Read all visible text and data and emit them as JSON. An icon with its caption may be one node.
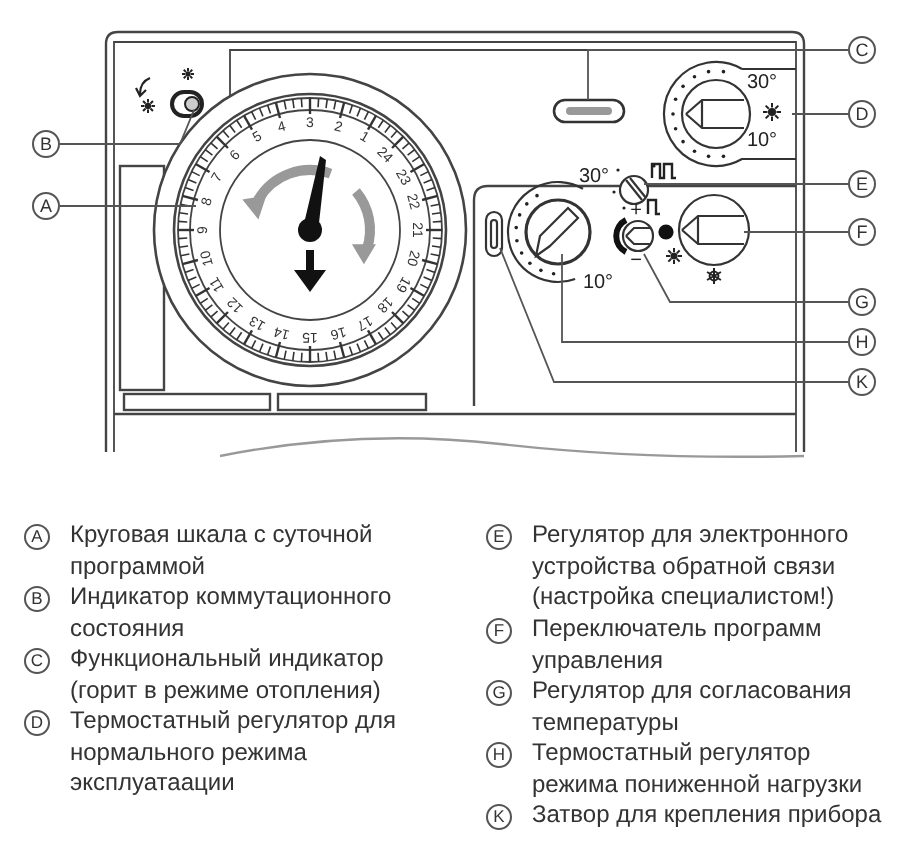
{
  "diagram": {
    "nodes": [
      {
        "text": [
          "C"
        ]
      },
      {
        "text": [
          "D"
        ]
      },
      {
        "text": [
          "B"
        ]
      },
      {
        "text": [
          "E"
        ]
      },
      {
        "text": [
          "A"
        ]
      },
      {
        "text": [
          "F"
        ]
      },
      {
        "text": [
          "G"
        ]
      },
      {
        "text": [
          "H"
        ]
      },
      {
        "text": [
          "K"
        ]
      },
      {
        "text": [],
        "shape": "picture"
      },
      {
        "text": [],
        "shape": "picture"
      },
      {
        "text": [],
        "shape": "picture"
      },
      {
        "text": [],
        "shape": "picture"
      },
      {
        "text": [],
        "shape": "picture"
      },
      {
        "text": [],
        "shape": "picture"
      },
      {
        "text": [],
        "shape": "picture"
      },
      {
        "text": [],
        "shape": "picture"
      },
      {
        "text": [],
        "shape": "picture"
      }
    ],
    "edges": [
      {
        "from": 0,
        "to": 11,
        "arrow": "none"
      },
      {
        "from": 1,
        "to": 12,
        "arrow": "none"
      },
      {
        "from": 2,
        "to": 10,
        "arrow": "none"
      },
      {
        "from": 3,
        "to": 13,
        "arrow": "none"
      },
      {
        "from": 4,
        "to": 9,
        "arrow": "none"
      },
      {
        "from": 5,
        "to": 14,
        "arrow": "none"
      },
      {
        "from": 6,
        "to": 15,
        "arrow": "none"
      },
      {
        "from": 7,
        "to": 16,
        "arrow": "none"
      },
      {
        "from": 8,
        "to": 17,
        "arrow": "none"
      }
    ],
    "labels": [
      "1",
      "2",
      "3",
      "4",
      "5",
      "6",
      "7",
      "8",
      "9",
      "10",
      "11",
      "12",
      "13",
      "14",
      "15",
      "16",
      "17",
      "18",
      "19",
      "20",
      "21",
      "22",
      "23",
      "24",
      "30°",
      "10°",
      "30°",
      "+",
      "−",
      "10°",
      "A",
      "Круговая шкала с суточной программой",
      "B",
      "Индикатор коммутационного состояния",
      "C",
      "Функциональный индикатор (горит в режиме отопления)",
      "D",
      "Термостатный регулятор для нормального режима эксплуатаации",
      "E",
      "Регулятор для электронного устройства обратной связи (настройка специалистом!)",
      "F",
      "Переключатель программ управления",
      "G",
      "Регулятор для согласования температуры",
      "H",
      "Термостатный регулятор режима пониженной нагрузки",
      "K",
      "Затвор для крепления прибора"
    ]
  }
}
